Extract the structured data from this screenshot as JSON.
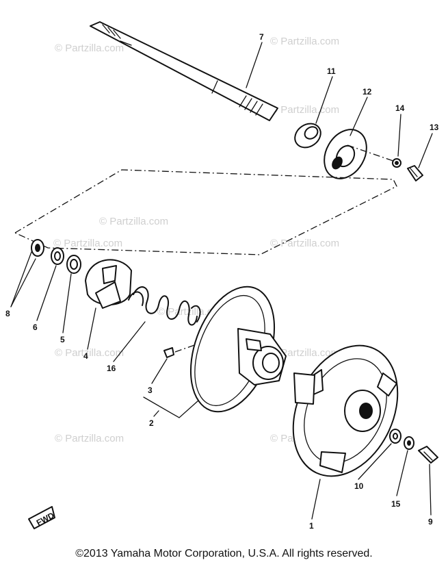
{
  "watermarks": [
    "© Partzilla.com",
    "© Partzilla.com",
    "© Partzilla.com",
    "© Partzilla.com",
    "© Partzilla.com",
    "© Partzilla.com",
    "© Partzilla.com",
    "© Partzilla.com",
    "© Partzilla.com",
    "© Partzilla.com",
    "© Partzilla.com"
  ],
  "callouts": {
    "c1": "1",
    "c2": "2",
    "c3": "3",
    "c4": "4",
    "c5": "5",
    "c6": "6",
    "c7": "7",
    "c8": "8",
    "c9": "9",
    "c10": "10",
    "c11": "11",
    "c12": "12",
    "c13": "13",
    "c14": "14",
    "c15": "15",
    "c16": "16"
  },
  "fwd_label": "FWD",
  "footer": "©2013  Yamaha Motor Corporation, U.S.A. All rights reserved."
}
